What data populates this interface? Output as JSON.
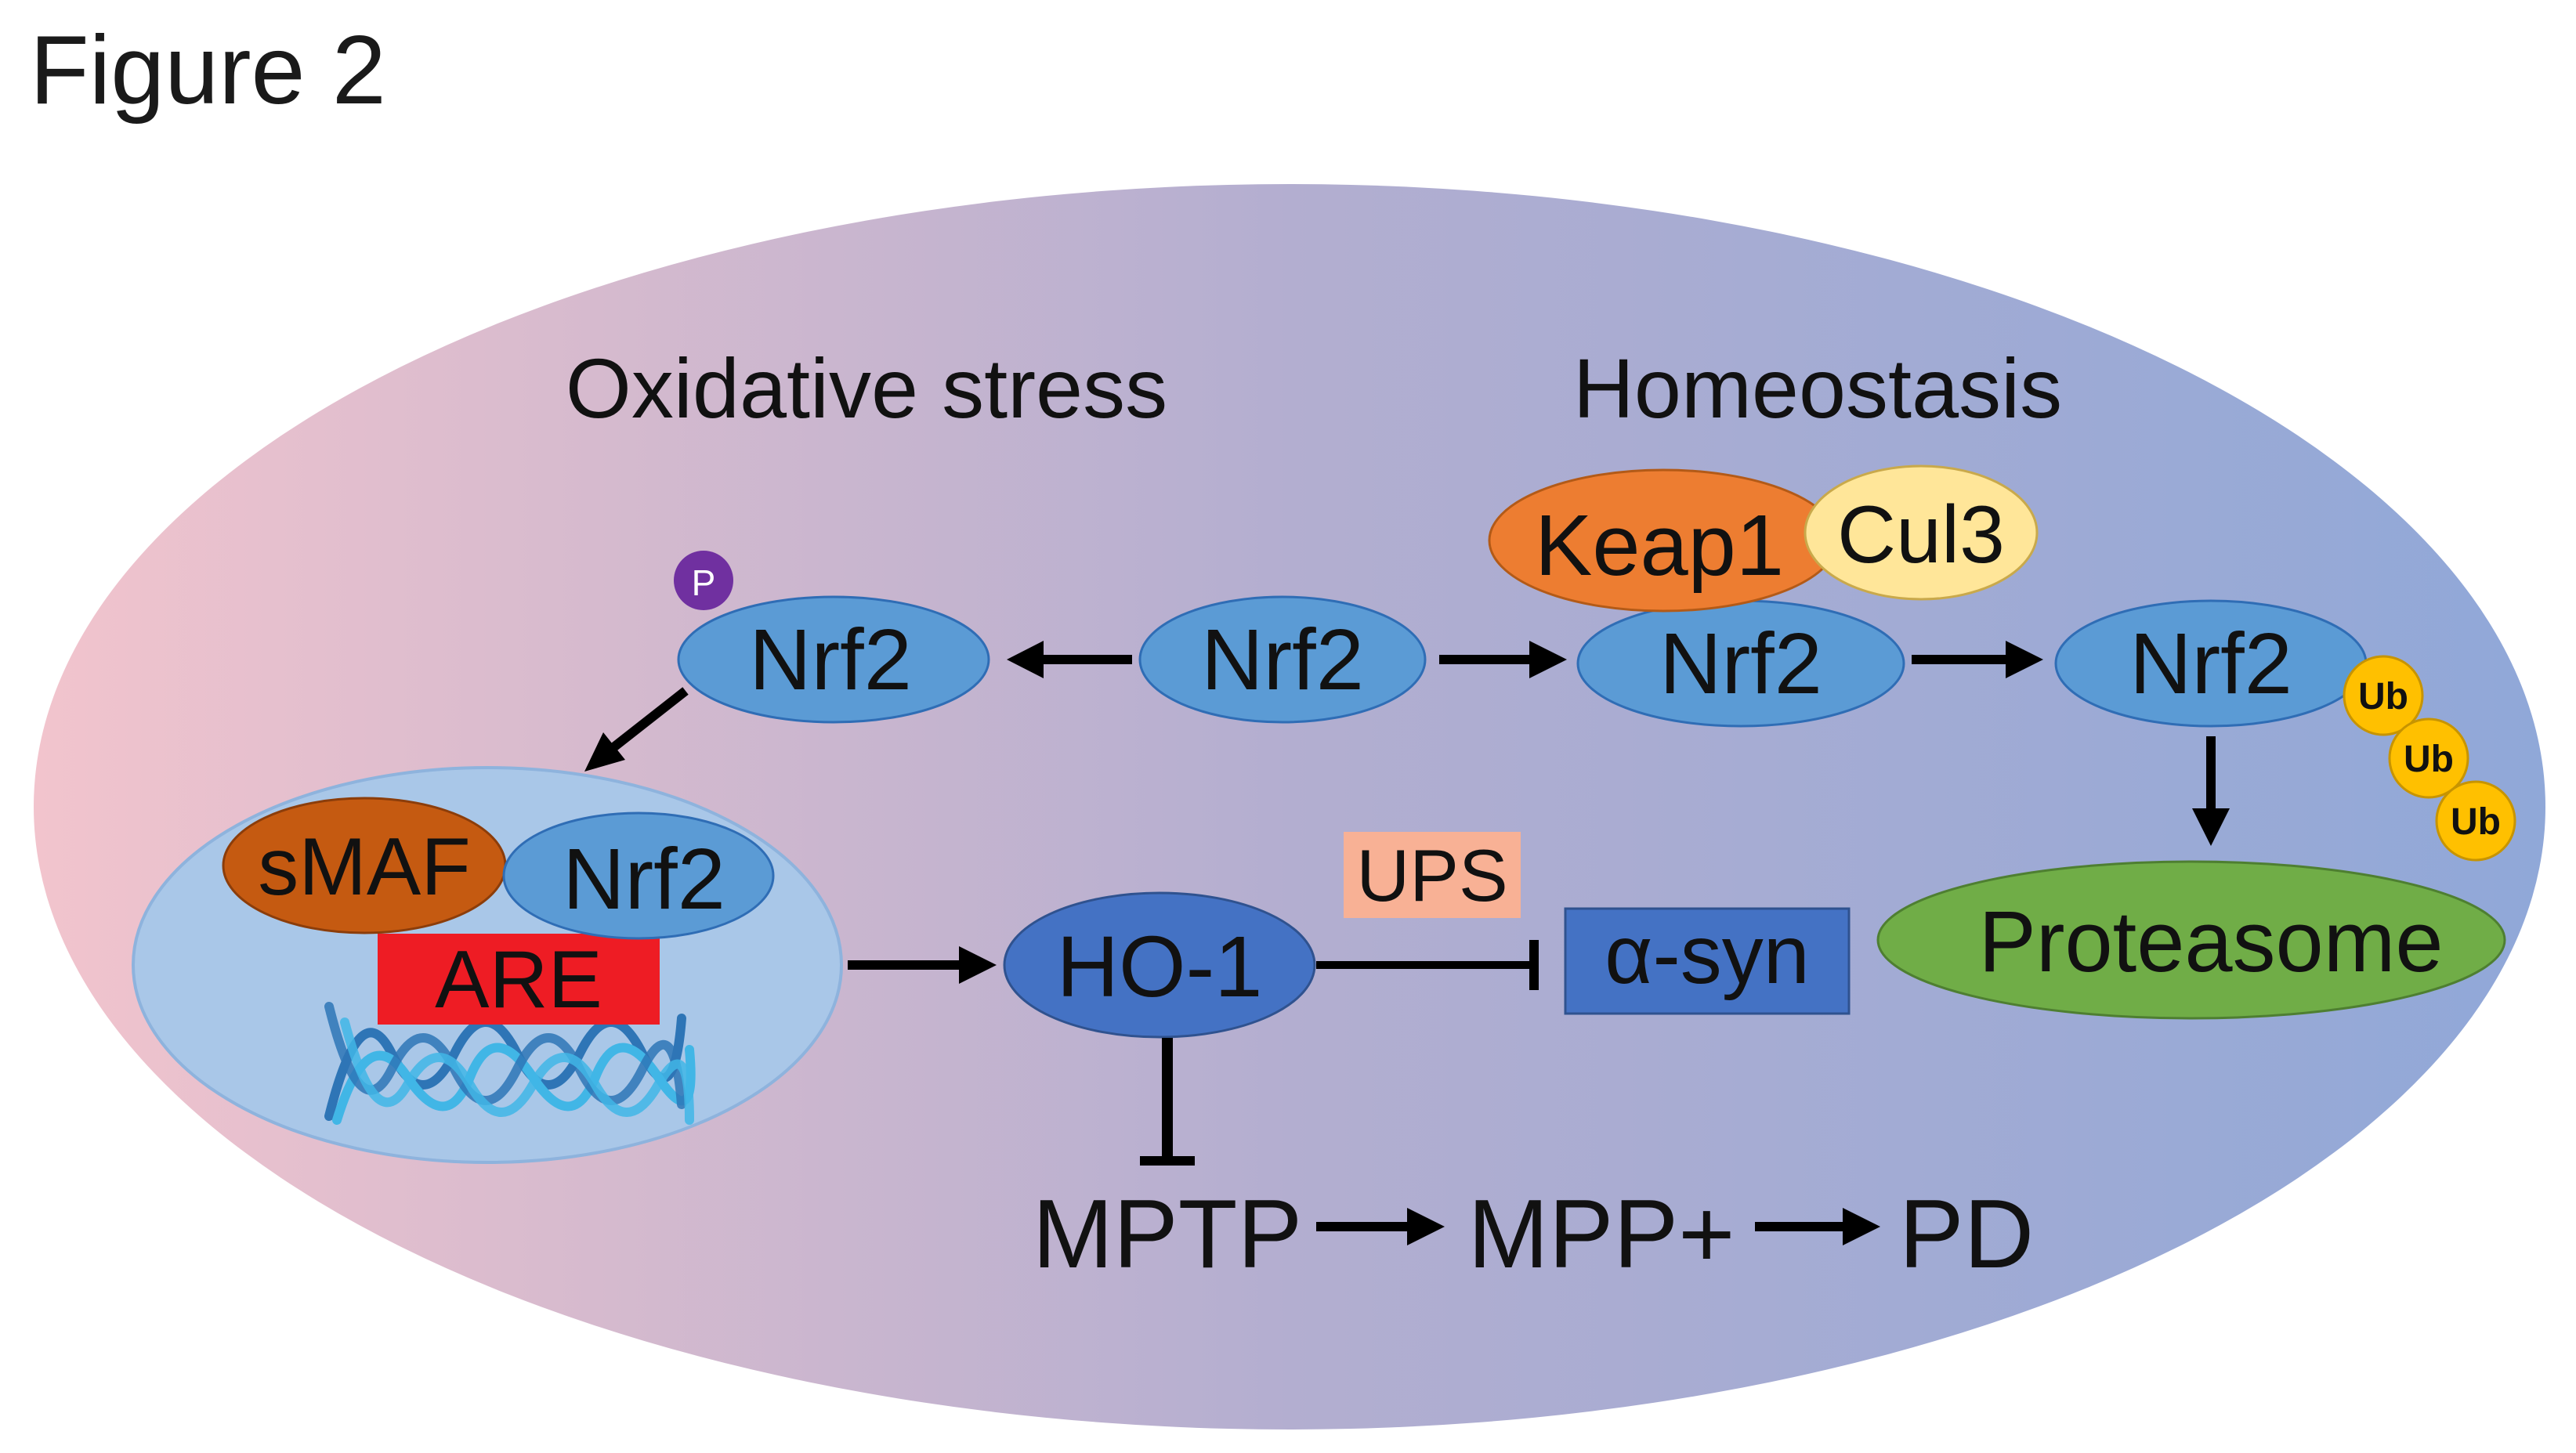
{
  "figure_label": "Figure 2",
  "headings": {
    "oxidative_stress": "Oxidative stress",
    "homeostasis": "Homeostasis"
  },
  "nodes": {
    "nrf2_center": "Nrf2",
    "nrf2_phospho": "Nrf2",
    "phospho_marker": "P",
    "keap1": "Keap1",
    "cul3": "Cul3",
    "nrf2_bound": "Nrf2",
    "nrf2_ub": "Nrf2",
    "ub_1": "Ub",
    "ub_2": "Ub",
    "ub_3": "Ub",
    "proteasome": "Proteasome",
    "smaf": "sMAF",
    "nrf2_nucleus": "Nrf2",
    "are": "ARE",
    "ho1": "HO-1",
    "ups": "UPS",
    "alpha_syn": "α-syn",
    "mptp": "MPTP",
    "mpp": "MPP+",
    "pd": "PD"
  },
  "colors": {
    "cell_gradient_left": "#f2c4cd",
    "cell_gradient_mid": "#b3aed0",
    "cell_gradient_right": "#90a8d8",
    "nrf2_fill": "#5b9bd5",
    "ho1_fill": "#4472c4",
    "keap1_fill": "#ed7d31",
    "cul3_fill": "#ffe699",
    "smaf_fill": "#c55a11",
    "are_fill": "#ee1c24",
    "ups_fill": "#f8b195",
    "alpha_syn_fill": "#4472c4",
    "proteasome_fill": "#70ad47",
    "ub_fill": "#ffc000",
    "phospho_fill": "#7030a0",
    "nucleus_fill": "#a9c7e8",
    "dna_dark": "#2e75b6",
    "dna_light": "#41b6e6"
  }
}
